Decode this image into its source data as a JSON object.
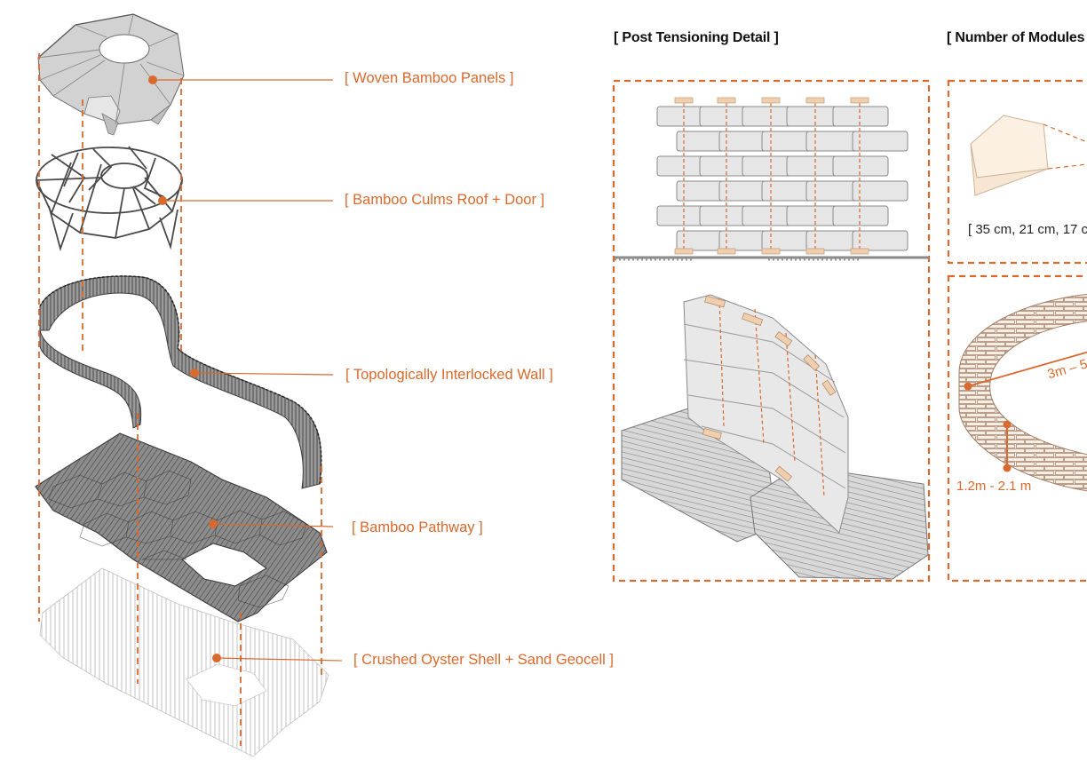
{
  "colors": {
    "accent": "#d9692c",
    "line": "#5a5a5a",
    "fill": "#dcdcdc",
    "tan": "#efcfae"
  },
  "layers": [
    {
      "label": "[ Woven Bamboo Panels ]"
    },
    {
      "label": "[ Bamboo Culms Roof + Door ]"
    },
    {
      "label": "[ Topologically Interlocked Wall ]"
    },
    {
      "label": "[ Bamboo Pathway ]"
    },
    {
      "label": "[ Crushed Oyster Shell + Sand Geocell ]"
    }
  ],
  "post_tensioning": {
    "title": "[ Post Tensioning Detail ]"
  },
  "modules": {
    "title": "[ Number of Modules",
    "module_size": "[ 35 cm, 21 cm, 17 c",
    "diameter": "3m – 5",
    "height": "1.2m - 2.1 m"
  },
  "icons": [
    "leader-dot-icon"
  ]
}
